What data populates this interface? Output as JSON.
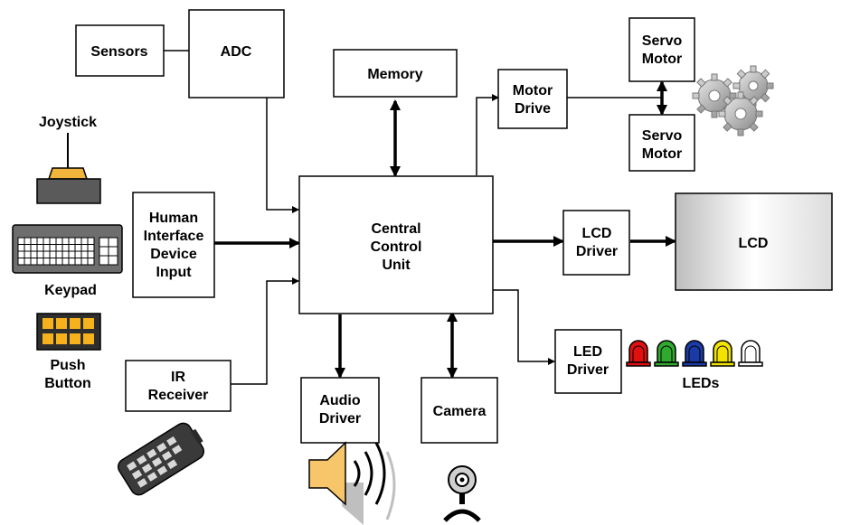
{
  "blocks": {
    "sensors": "Sensors",
    "adc": "ADC",
    "memory": "Memory",
    "motor_drive": [
      "Motor",
      "Drive"
    ],
    "servo_motor_top": [
      "Servo",
      "Motor"
    ],
    "servo_motor_bottom": [
      "Servo",
      "Motor"
    ],
    "hid_input": [
      "Human",
      "Interface",
      "Device",
      "Input"
    ],
    "central_control_unit": [
      "Central",
      "Control",
      "Unit"
    ],
    "lcd_driver": [
      "LCD",
      "Driver"
    ],
    "lcd": "LCD",
    "ir_receiver": [
      "IR",
      "Receiver"
    ],
    "audio_driver": [
      "Audio",
      "Driver"
    ],
    "camera": "Camera",
    "led_driver": [
      "LED",
      "Driver"
    ]
  },
  "labels": {
    "joystick": "Joystick",
    "keypad": "Keypad",
    "push_button": [
      "Push",
      "Button"
    ],
    "leds": "LEDs"
  },
  "icons": {
    "joystick": "joystick-icon",
    "keypad": "keypad-icon",
    "push_button": "push-button-icon",
    "remote": "remote-control-icon",
    "speaker": "speaker-icon",
    "webcam": "webcam-icon",
    "gears": "gears-icon",
    "led": "led-icon"
  },
  "led_colors": [
    "#e01010",
    "#2faa2f",
    "#1a3aa6",
    "#f2e400",
    "#ffffff"
  ],
  "colors": {
    "joystick_knob": "#f0b43c",
    "push_button_key": "#f5b21c",
    "speaker": "#f7c66a"
  }
}
